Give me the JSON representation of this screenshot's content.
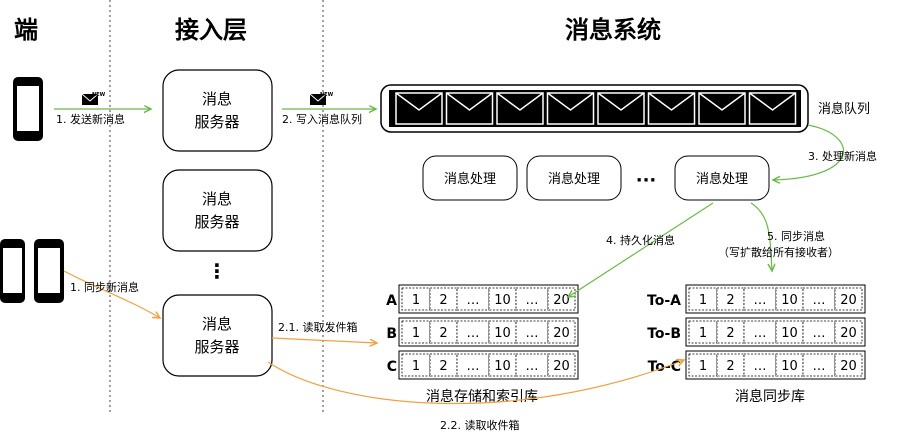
{
  "columns": {
    "client": "端",
    "access": "接入层",
    "system": "消息系统"
  },
  "servers": [
    {
      "line1": "消息",
      "line2": "服务器"
    },
    {
      "line1": "消息",
      "line2": "服务器"
    },
    {
      "line1": "消息",
      "line2": "服务器"
    }
  ],
  "queue_label": "消息队列",
  "processors": [
    "消息处理",
    "消息处理",
    "消息处理"
  ],
  "ellipsis": "···",
  "vellipsis": "⋮",
  "arrows": {
    "send": "1. 发送新消息",
    "write": "2. 写入消息队列",
    "process": "3. 处理新消息",
    "persist": "4. 持久化消息",
    "sync": "5. 同步消息",
    "sync_note": "（写扩散给所有接收者）",
    "sync_new": "1. 同步新消息",
    "read_outbox": "2.1. 读取发件箱",
    "read_inbox": "2.2. 读取收件箱"
  },
  "storage": {
    "title": "消息存储和索引库",
    "rows": [
      "A",
      "B",
      "C"
    ],
    "cells": [
      "1",
      "2",
      "…",
      "10",
      "…",
      "20"
    ]
  },
  "sync_store": {
    "title": "消息同步库",
    "rows": [
      "To-A",
      "To-B",
      "To-C"
    ],
    "cells": [
      "1",
      "2",
      "…",
      "10",
      "…",
      "20"
    ]
  },
  "new_badge": "NEW",
  "colors": {
    "green": "#66bb44",
    "orange": "#f0a040"
  }
}
